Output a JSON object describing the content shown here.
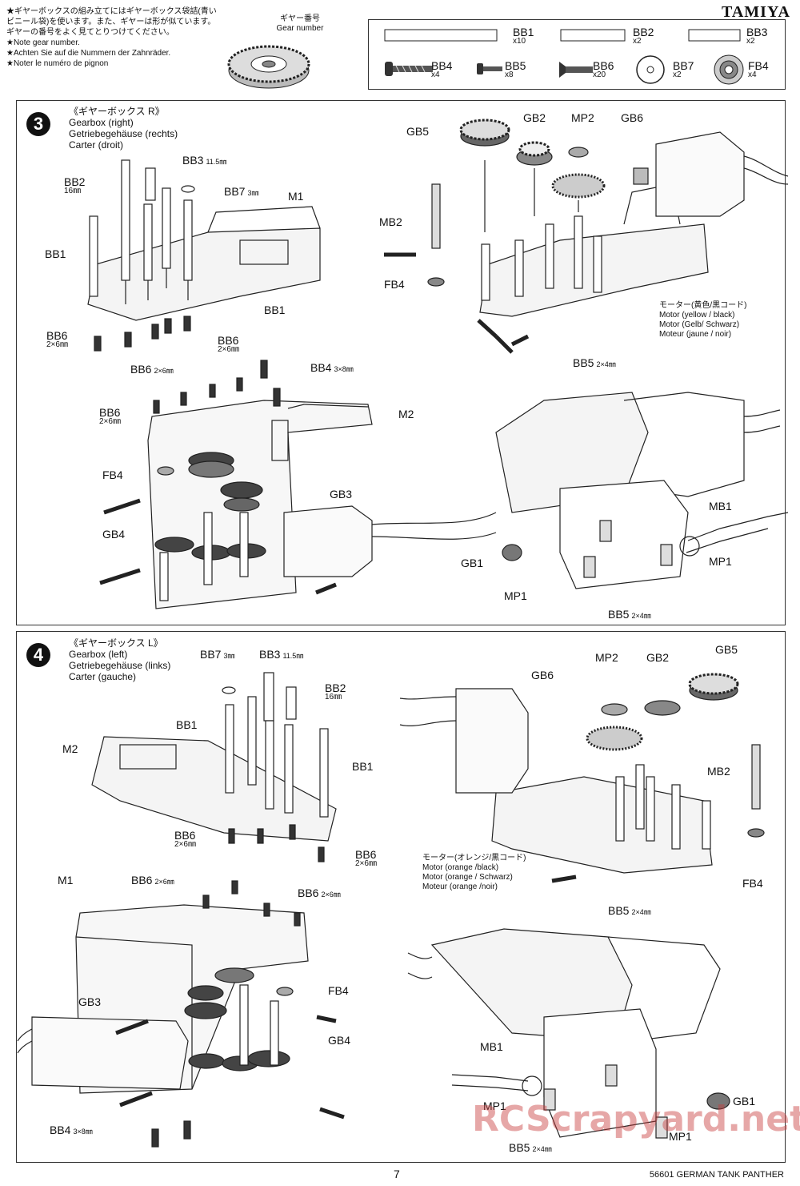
{
  "brand": "TAMIYA",
  "note": {
    "ja": "★ギヤーボックスの組み立てにはギヤーボックス袋詰(青いビニール袋)を使います。また、ギヤーは形が似ています。ギヤーの番号をよく見てとりつけてください。",
    "en": "★Note gear number.",
    "de": "★Achten Sie auf die Nummern der Zahnräder.",
    "fr": "★Noter le numéro de pignon"
  },
  "gear_number": {
    "ja": "ギヤー番号",
    "en": "Gear number"
  },
  "parts": [
    {
      "code": "BB1",
      "qty": "x10"
    },
    {
      "code": "BB2",
      "qty": "x2"
    },
    {
      "code": "BB3",
      "qty": "x2"
    },
    {
      "code": "BB4",
      "qty": "x4"
    },
    {
      "code": "BB5",
      "qty": "x8"
    },
    {
      "code": "BB6",
      "qty": "x20"
    },
    {
      "code": "BB7",
      "qty": "x2"
    },
    {
      "code": "FB4",
      "qty": "x4"
    }
  ],
  "step3": {
    "number": "3",
    "ja": "《ギヤーボックス R》",
    "en": "Gearbox (right)",
    "de": "Getriebegehäuse (rechts)",
    "fr": "Carter (droit)",
    "motor": [
      "モーター(黄色/黒コード)",
      "Motor (yellow / black)",
      "Motor (Gelb/ Schwarz)",
      "Moteur (jaune / noir)"
    ],
    "labels": {
      "bb3": "BB3",
      "bb3_size": "11.5㎜",
      "bb2": "BB2",
      "bb2_size": "16㎜",
      "bb7": "BB7",
      "bb7_size": "3㎜",
      "m1": "M1",
      "bb1a": "BB1",
      "bb1b": "BB1",
      "bb6a": "BB6",
      "bb6a_size": "2×6㎜",
      "bb6b": "BB6",
      "bb6b_size": "2×6㎜",
      "bb6c": "BB6",
      "bb6c_size": "2×6㎜",
      "bb6d": "BB6",
      "bb6d_size": "2×6㎜",
      "bb4": "BB4",
      "bb4_size": "3×8㎜",
      "m2": "M2",
      "fb4a": "FB4",
      "gb3": "GB3",
      "gb4": "GB4",
      "gb5": "GB5",
      "gb2": "GB2",
      "mp2": "MP2",
      "gb6": "GB6",
      "mb2": "MB2",
      "fb4b": "FB4",
      "bb5a": "BB5",
      "bb5a_size": "2×4㎜",
      "mb1": "MB1",
      "gb1": "GB1",
      "mp1a": "MP1",
      "mp1b": "MP1",
      "bb5b": "BB5",
      "bb5b_size": "2×4㎜"
    }
  },
  "step4": {
    "number": "4",
    "ja": "《ギヤーボックス L》",
    "en": "Gearbox (left)",
    "de": "Getriebegehäuse (links)",
    "fr": "Carter (gauche)",
    "motor": [
      "モーター(オレンジ/黒コード)",
      "Motor (orange /black)",
      "Motor (orange / Schwarz)",
      "Moteur (orange /noir)"
    ],
    "labels": {
      "bb7": "BB7",
      "bb7_size": "3㎜",
      "bb3": "BB3",
      "bb3_size": "11.5㎜",
      "bb2": "BB2",
      "bb2_size": "16㎜",
      "bb1a": "BB1",
      "bb1b": "BB1",
      "m2": "M2",
      "bb6a": "BB6",
      "bb6a_size": "2×6㎜",
      "bb6b": "BB6",
      "bb6b_size": "2×6㎜",
      "m1": "M1",
      "bb6c": "BB6",
      "bb6c_size": "2×6㎜",
      "bb6d": "BB6",
      "bb6d_size": "2×6㎜",
      "fb4a": "FB4",
      "gb3": "GB3",
      "gb4": "GB4",
      "bb4": "BB4",
      "bb4_size": "3×8㎜",
      "gb6": "GB6",
      "mp2": "MP2",
      "gb2": "GB2",
      "gb5": "GB5",
      "mb2": "MB2",
      "fb4b": "FB4",
      "bb5a": "BB5",
      "bb5a_size": "2×4㎜",
      "mb1": "MB1",
      "mp1a": "MP1",
      "gb1": "GB1",
      "mp1b": "MP1",
      "bb5b": "BB5",
      "bb5b_size": "2×4㎜"
    }
  },
  "footer": {
    "page": "7",
    "code": "56601 GERMAN TANK PANTHER"
  },
  "watermark": "RCScrapyard.net"
}
